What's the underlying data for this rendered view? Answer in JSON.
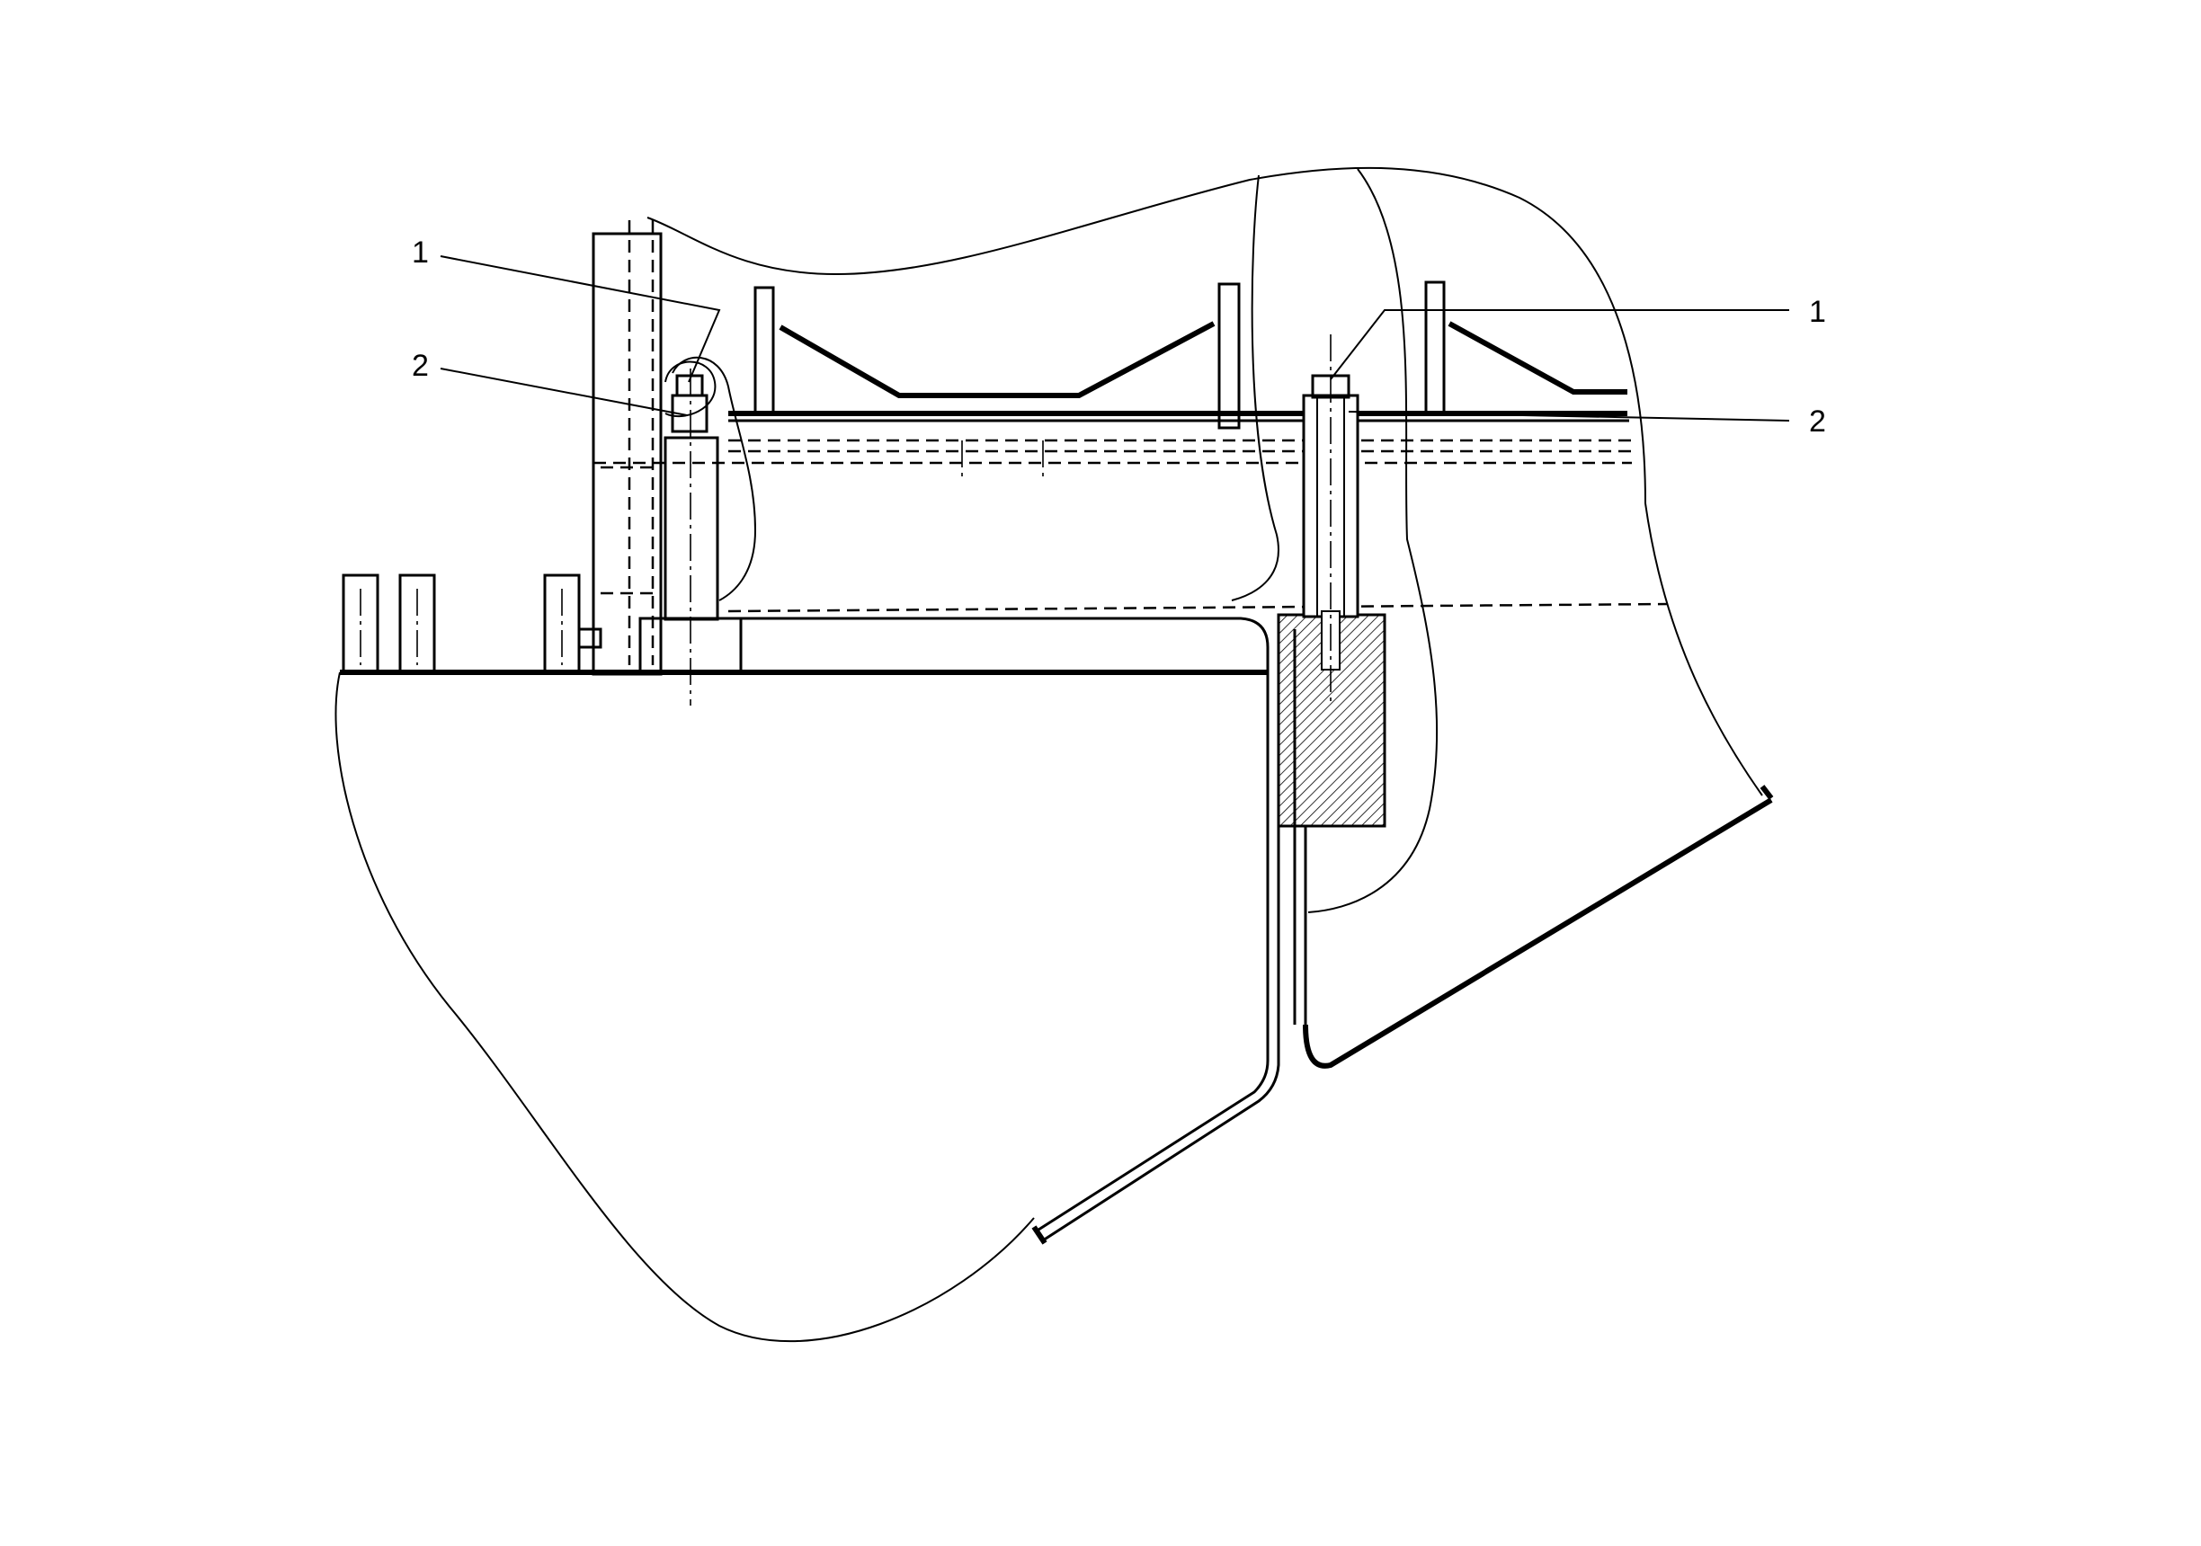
{
  "callouts": {
    "left_bolt": "1",
    "left_nut": "2",
    "right_bolt": "1",
    "right_nut": "2"
  },
  "colors": {
    "line": "#000000",
    "background": "#ffffff"
  }
}
